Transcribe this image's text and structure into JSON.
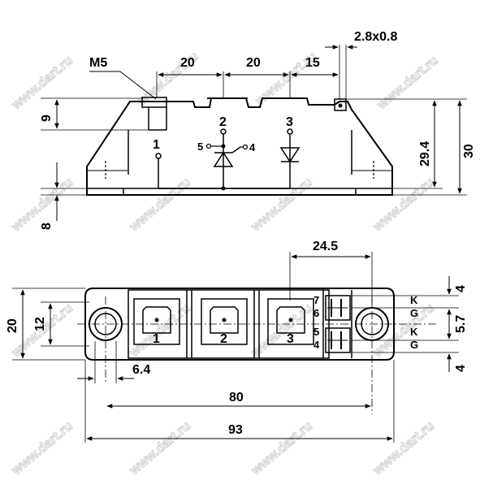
{
  "watermark": "www.dart.ru",
  "side_view": {
    "thread_label": "M5",
    "dim_pitch_1": "20",
    "dim_pitch_2": "20",
    "dim_offset": "15",
    "dim_terminal": "2.8x0.8",
    "dim_left_height": "9",
    "dim_left_bottom": "8",
    "dim_height_inner": "29.4",
    "dim_height_total": "30",
    "pin_1": "1",
    "pin_2": "2",
    "pin_3": "3",
    "pin_4": "4",
    "pin_5": "5"
  },
  "top_view": {
    "dim_span": "24.5",
    "dim_width_total": "20",
    "dim_width_inner": "12",
    "dim_hole": "6.4",
    "dim_mount": "80",
    "dim_length": "93",
    "dim_right_top": "4",
    "dim_right_mid": "5.7",
    "dim_right_bottom": "4",
    "terminal_1": "1",
    "terminal_2": "2",
    "terminal_3": "3",
    "gate_pin_7": "7",
    "gate_pin_6": "6",
    "gate_pin_5": "5",
    "gate_pin_4": "4",
    "label_k1": "K",
    "label_g1": "G",
    "label_k2": "K",
    "label_g2": "G"
  },
  "colors": {
    "line": "#000000",
    "watermark": "#b8b8b8"
  }
}
